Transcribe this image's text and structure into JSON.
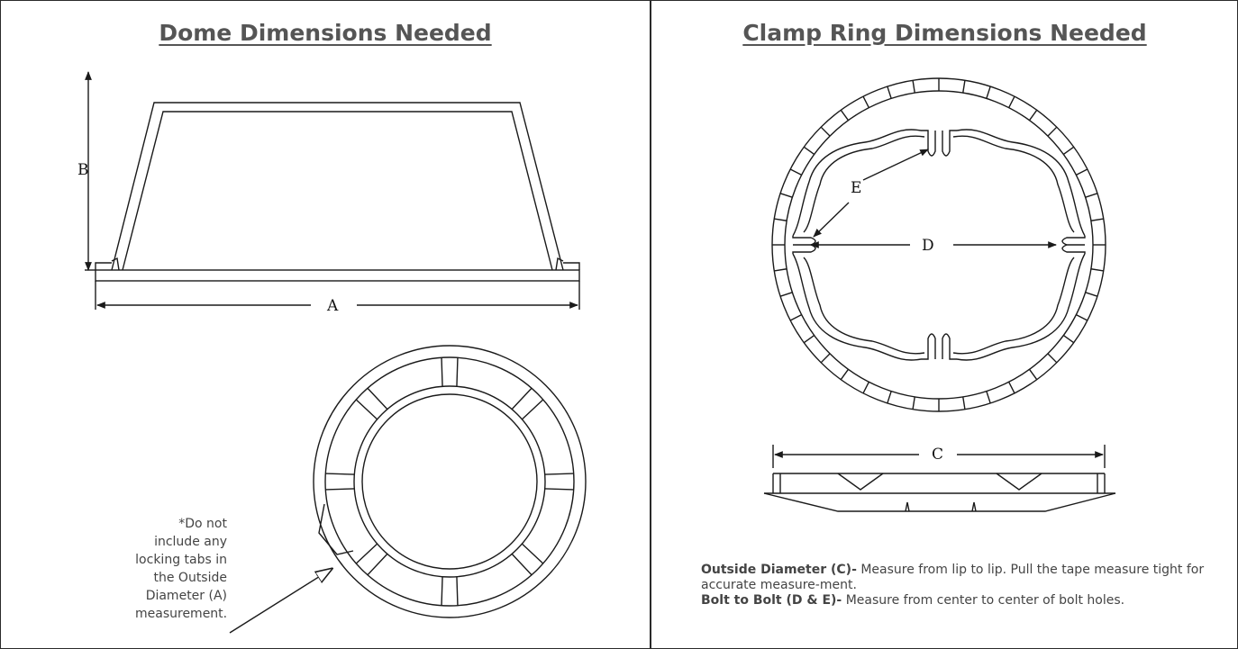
{
  "left_panel": {
    "title": "Dome Dimensions Needed",
    "label_b": "B",
    "label_a": "A",
    "note": "*Do not include any locking tabs in the Outside Diameter (A) measurement."
  },
  "right_panel": {
    "title": "Clamp Ring Dimensions Needed",
    "label_e": "E",
    "label_d": "D",
    "label_c": "C",
    "outside_diameter_label": "Outside Diameter (C)-",
    "outside_diameter_text": " Measure from lip to lip. Pull the tape measure tight for accurate measure-ment.",
    "bolt_label": "Bolt to Bolt (D & E)-",
    "bolt_text": " Measure from center to center of bolt holes."
  },
  "colors": {
    "line": "#1a1a1a",
    "text": "#444444",
    "title": "#555555"
  }
}
